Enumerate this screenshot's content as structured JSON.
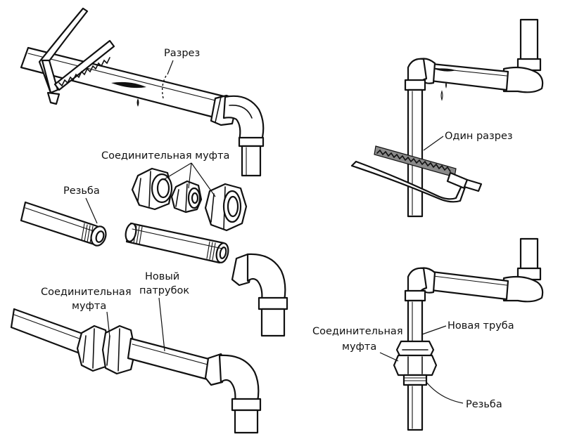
{
  "labels": {
    "cut": "Разрез",
    "coupling_top": "Соединительная муфта",
    "thread_left": "Резьба",
    "new_nipple_line1": "Новый",
    "new_nipple_line2": "патрубок",
    "coupling_left_line1": "Соединительная",
    "coupling_left_line2": "муфта",
    "one_cut": "Один разрез",
    "coupling_right_line1": "Соединительная",
    "coupling_right_line2": "муфта",
    "new_pipe": "Новая труба",
    "thread_right": "Резьба"
  }
}
